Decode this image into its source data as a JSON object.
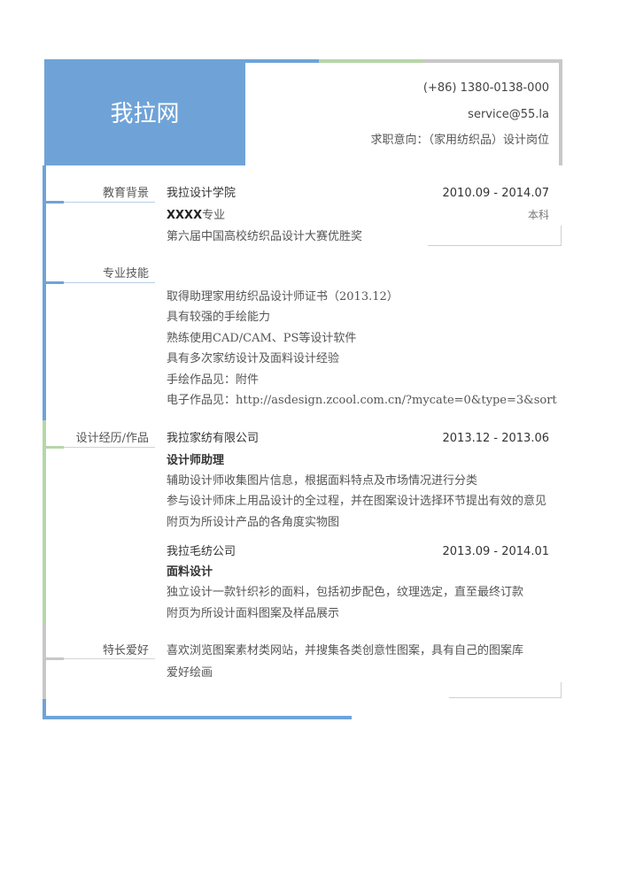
{
  "colors": {
    "blue": "#6fa3d8",
    "green": "#b6d6a8",
    "gray": "#c8c8c8"
  },
  "header": {
    "name": "我拉网",
    "phone": "(+86) 1380-0138-000",
    "email": "service@55.la",
    "objective": "求职意向：（家用纺织品）设计岗位"
  },
  "education": {
    "label": "教育背景",
    "school": "我拉设计学院",
    "date": "2010.09 - 2014.07",
    "major_prefix": "XXXX",
    "major_suffix": "专业",
    "degree": "本科",
    "award": "第六届中国高校纺织品设计大赛优胜奖"
  },
  "skills": {
    "label": "专业技能",
    "items": [
      "取得助理家用纺织品设计师证书（2013.12）",
      "具有较强的手绘能力",
      "熟练使用CAD/CAM、PS等设计软件",
      "具有多次家纺设计及面料设计经验",
      "手绘作品见：附件",
      "电子作品见：http://asdesign.zcool.com.cn/?mycate=0&type=3&sort"
    ]
  },
  "experience": {
    "label": "设计经历/作品",
    "jobs": [
      {
        "company": "我拉家纺有限公司",
        "date": "2013.12 - 2013.06",
        "title": "设计师助理",
        "duties": [
          "辅助设计师收集图片信息，根据面料特点及市场情况进行分类",
          "参与设计师床上用品设计的全过程，并在图案设计选择环节提出有效的意见",
          "附页为所设计产品的各角度实物图"
        ]
      },
      {
        "company": "我拉毛纺公司",
        "date": "2013.09 - 2014.01",
        "title": "面料设计",
        "duties": [
          "独立设计一款针织衫的面料，包括初步配色，纹理选定，直至最终订款",
          "附页为所设计面料图案及样品展示"
        ]
      }
    ]
  },
  "hobbies": {
    "label": "特长爱好",
    "items": [
      "喜欢浏览图案素材类网站，并搜集各类创意性图案，具有自己的图案库",
      "爱好绘画"
    ]
  }
}
